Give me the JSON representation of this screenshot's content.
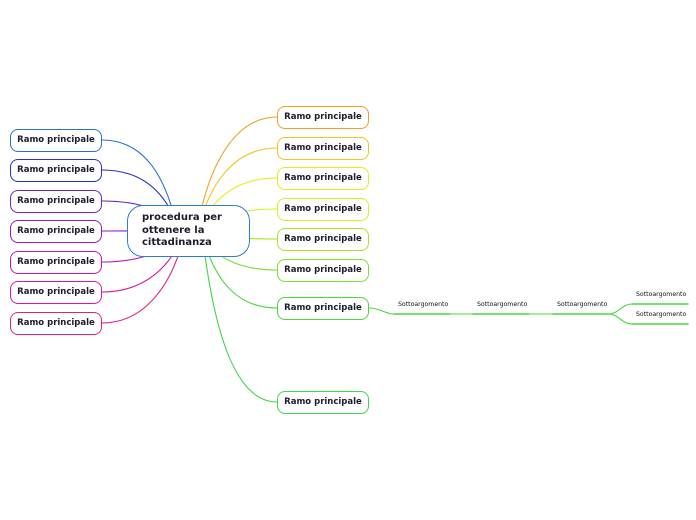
{
  "central_topic": {
    "label": "procedura per ottenere la cittadinanza",
    "border_color": "#2b7fd0"
  },
  "left_branches": [
    {
      "label": "Ramo principale",
      "color": "#2b6fd6"
    },
    {
      "label": "Ramo principale",
      "color": "#2a2fc4"
    },
    {
      "label": "Ramo principale",
      "color": "#6a24c8"
    },
    {
      "label": "Ramo principale",
      "color": "#8f1cc4"
    },
    {
      "label": "Ramo principale",
      "color": "#c318c0"
    },
    {
      "label": "Ramo principale",
      "color": "#d61aa4"
    },
    {
      "label": "Ramo principale",
      "color": "#e0208a"
    }
  ],
  "right_branches": [
    {
      "label": "Ramo principale",
      "color": "#f0a020"
    },
    {
      "label": "Ramo principale",
      "color": "#f2c41c"
    },
    {
      "label": "Ramo principale",
      "color": "#f0e61c"
    },
    {
      "label": "Ramo principale",
      "color": "#d8ec22"
    },
    {
      "label": "Ramo principale",
      "color": "#a8e428"
    },
    {
      "label": "Ramo principale",
      "color": "#78e030"
    },
    {
      "label": "Ramo principale",
      "color": "#4ad83a",
      "subtopics": [
        {
          "label": "Sottoargomento"
        },
        {
          "label": "Sottoargomento"
        },
        {
          "label": "Sottoargomento",
          "subtopics": [
            {
              "label": "Sottoargomento"
            },
            {
              "label": "Sottoargomento"
            }
          ]
        }
      ]
    },
    {
      "label": "Ramo principale",
      "color": "#3ed848"
    }
  ]
}
